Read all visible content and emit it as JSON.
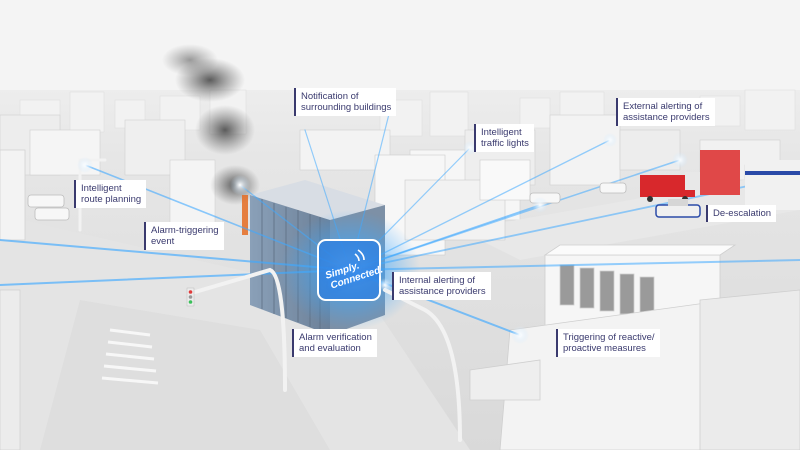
{
  "labels": {
    "notification_surrounding": [
      "Notification of",
      "surrounding buildings"
    ],
    "external_alerting": [
      "External alerting of",
      "assistance providers"
    ],
    "intelligent_traffic": [
      "Intelligent",
      "traffic lights"
    ],
    "intelligent_route": [
      "Intelligent",
      "route planning"
    ],
    "alarm_triggering": [
      "Alarm-triggering",
      "event"
    ],
    "de_escalation": [
      "De-escalation"
    ],
    "internal_alerting": [
      "Internal alerting of",
      "assistance providers"
    ],
    "alarm_verification": [
      "Alarm verification",
      "and evaluation"
    ],
    "triggering_measures": [
      "Triggering of reactive/",
      "proactive measures"
    ]
  },
  "badge": {
    "line1": "Simply.",
    "line2": "Connected."
  },
  "colors": {
    "label_text": "#3a3a6e",
    "glow": "#3fa9ff",
    "vehicle_red": "#d8282c",
    "vehicle_blue": "#2a4aa8"
  }
}
